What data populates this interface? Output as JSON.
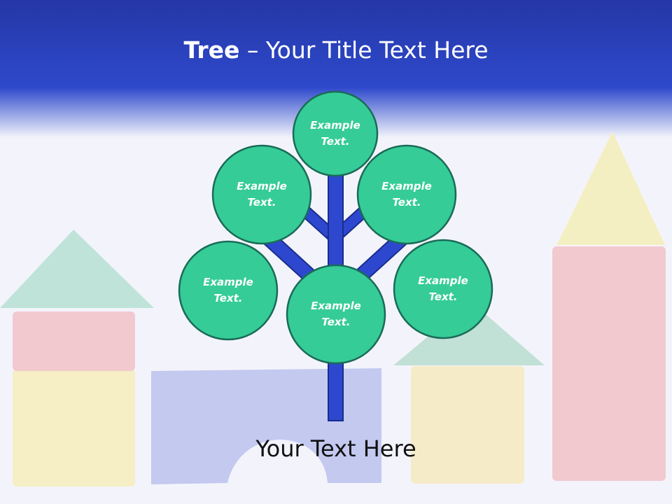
{
  "slide": {
    "title_bold": "Tree",
    "title_rest": " – Your Title Text Here",
    "caption": "Your Text Here"
  },
  "colors": {
    "header_blue": "#2e49cc",
    "node_fill": "#35cc97",
    "node_stroke": "#1a6b57",
    "trunk_fill": "#2d48cf",
    "trunk_stroke": "#1a2d8c"
  },
  "nodes": [
    {
      "id": "top",
      "line1": "Example",
      "line2": "Text."
    },
    {
      "id": "upper-left",
      "line1": "Example",
      "line2": "Text."
    },
    {
      "id": "upper-right",
      "line1": "Example",
      "line2": "Text."
    },
    {
      "id": "lower-left",
      "line1": "Example",
      "line2": "Text."
    },
    {
      "id": "center",
      "line1": "Example",
      "line2": "Text."
    },
    {
      "id": "lower-right",
      "line1": "Example",
      "line2": "Text."
    }
  ]
}
